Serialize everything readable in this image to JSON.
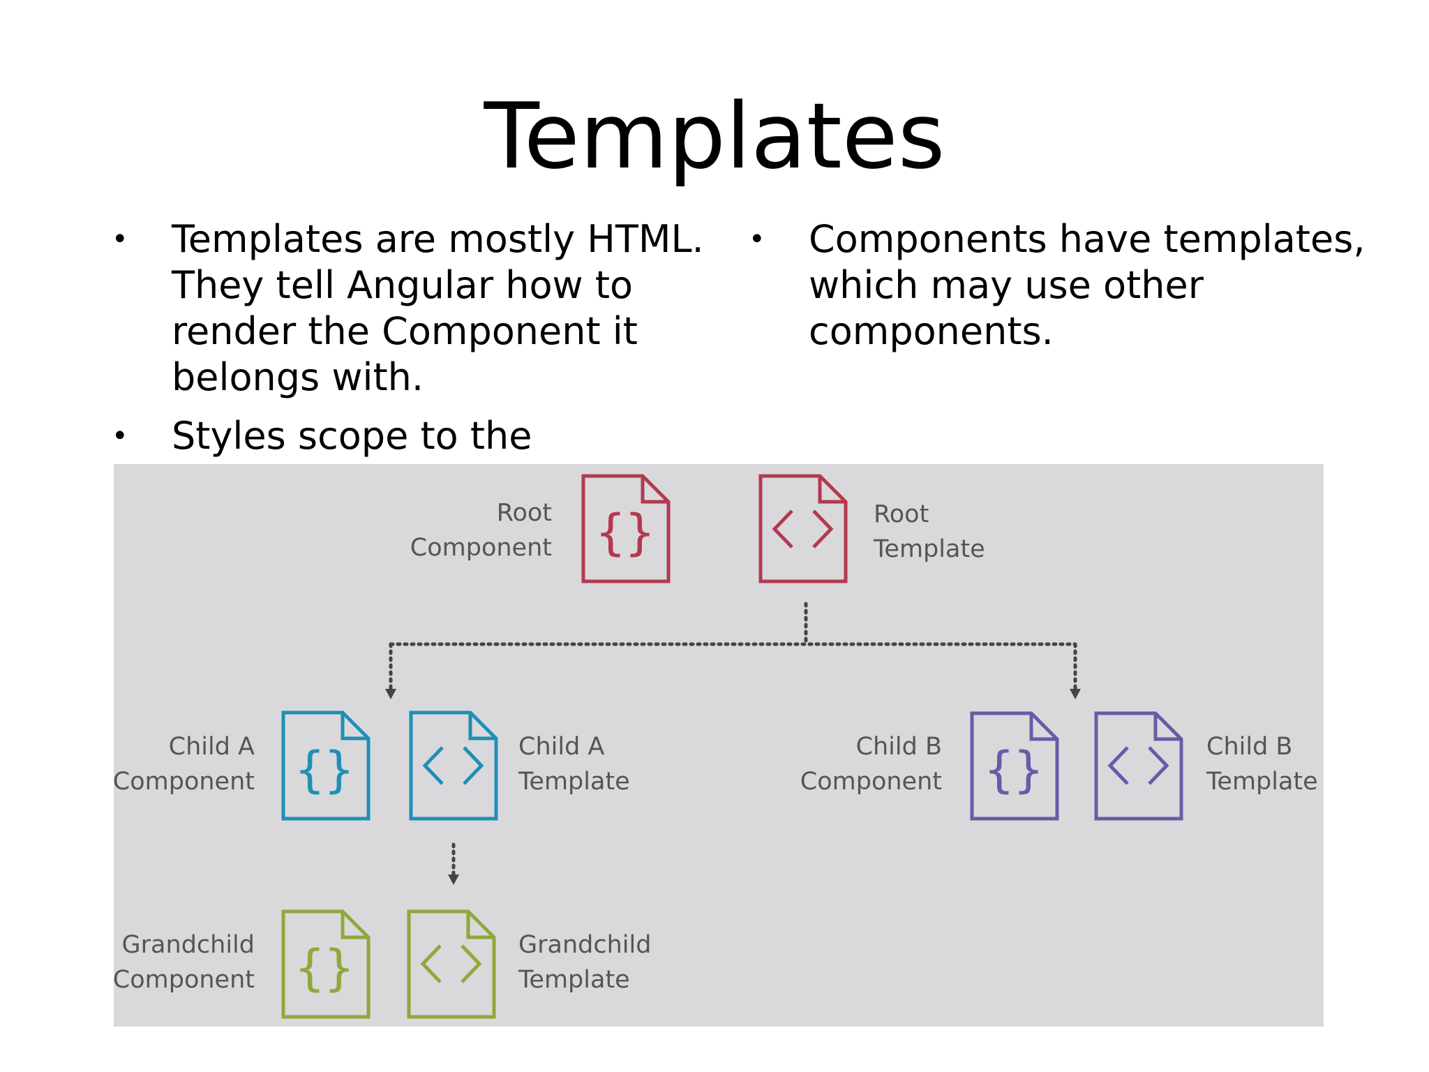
{
  "slide": {
    "title": "Templates",
    "left_bullets": [
      "Templates are mostly HTML. They tell Angular how to render the Component it belongs with.",
      "Styles scope to the"
    ],
    "right_bullets": [
      "Components have templates, which may use other components."
    ],
    "bullet_glyph": "•"
  },
  "diagram": {
    "nodes": {
      "root_component": {
        "line1": "Root",
        "line2": "Component",
        "icon": "curly-braces-file-icon",
        "color": "#b3394f"
      },
      "root_template": {
        "line1": "Root",
        "line2": "Template",
        "icon": "angle-brackets-file-icon",
        "color": "#b3394f"
      },
      "child_a_component": {
        "line1": "Child A",
        "line2": "Component",
        "icon": "curly-braces-file-icon",
        "color": "#1f8fb5"
      },
      "child_a_template": {
        "line1": "Child A",
        "line2": "Template",
        "icon": "angle-brackets-file-icon",
        "color": "#1f8fb5"
      },
      "child_b_component": {
        "line1": "Child B",
        "line2": "Component",
        "icon": "curly-braces-file-icon",
        "color": "#6a5aa6"
      },
      "child_b_template": {
        "line1": "Child B",
        "line2": "Template",
        "icon": "angle-brackets-file-icon",
        "color": "#6a5aa6"
      },
      "grandchild_component": {
        "line1": "Grandchild",
        "line2": "Component",
        "icon": "curly-braces-file-icon",
        "color": "#8fa83a"
      },
      "grandchild_template": {
        "line1": "Grandchild",
        "line2": "Template",
        "icon": "angle-brackets-file-icon",
        "color": "#8fa83a"
      }
    },
    "connector_color": "#444444"
  }
}
